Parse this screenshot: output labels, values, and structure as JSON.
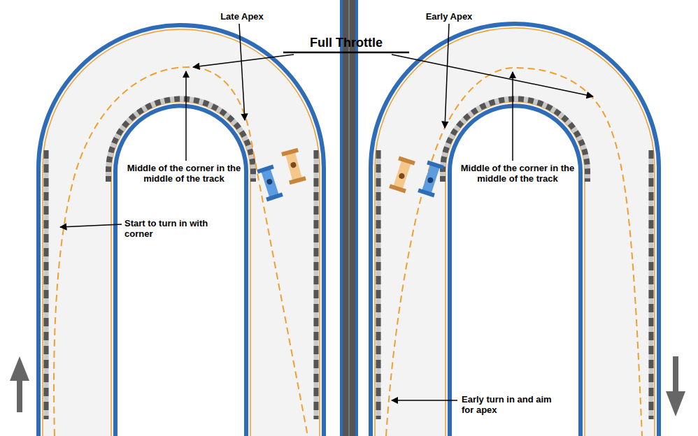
{
  "diagram": {
    "labels": [
      "Late Apex",
      "Full Throttle",
      "Early Apex",
      "Middle of the corner in the middle of the track",
      "Start to turn in with corner",
      "Middle of the corner in the middle of the track",
      "Early turn in and aim for apex"
    ]
  }
}
